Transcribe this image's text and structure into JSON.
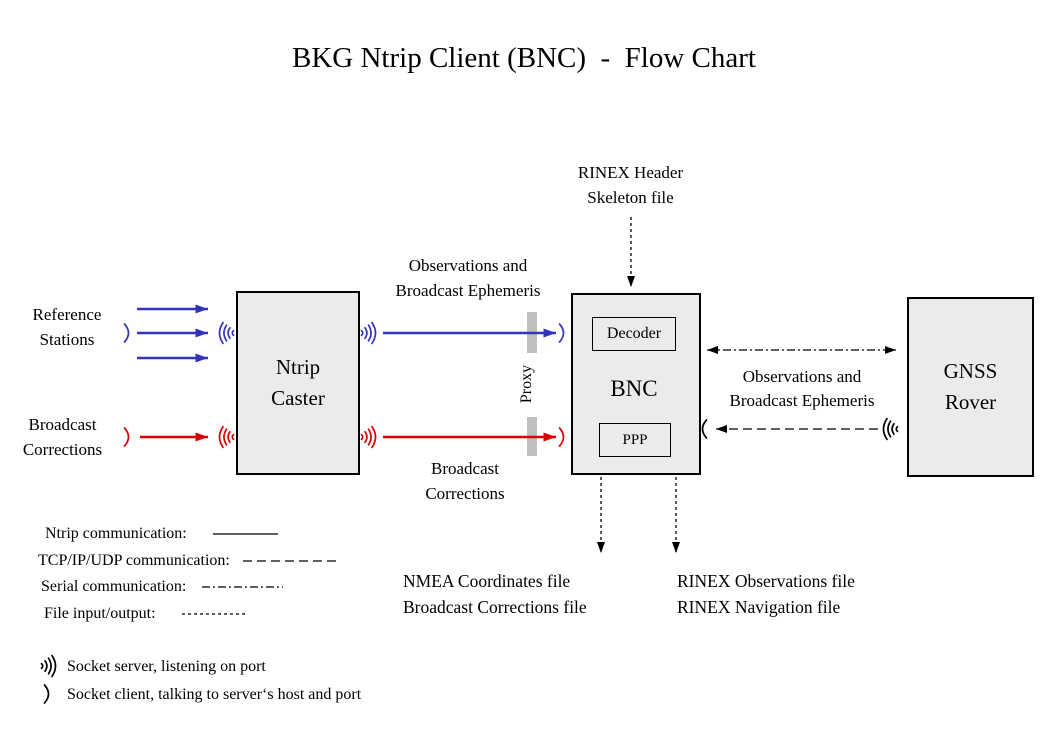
{
  "title": "BKG Ntrip Client (BNC)  -  Flow Chart",
  "colors": {
    "blue": "#3333bb",
    "red": "#dd0000",
    "box": "#ebebeb",
    "proxy": "#c0c0c0"
  },
  "nodes": {
    "ntrip_caster": "Ntrip\nCaster",
    "bnc": "BNC",
    "decoder": "Decoder",
    "ppp": "PPP",
    "gnss_rover": "GNSS\nRover",
    "proxy": "Proxy"
  },
  "labels": {
    "reference_stations": "Reference\nStations",
    "broadcast_corrections_left": "Broadcast\nCorrections",
    "observations_ephemeris_left": "Observations and\nBroadcast Ephemeris",
    "broadcast_corrections_mid": "Broadcast\nCorrections",
    "rinex_header_skeleton": "RINEX Header\nSkeleton file",
    "observations_ephemeris_right": "Observations and\nBroadcast Ephemeris",
    "nmea_output_files": "NMEA Coordinates file\nBroadcast Corrections file",
    "rinex_output_files": "RINEX Observations file\nRINEX Navigation file"
  },
  "legend": {
    "line_types": [
      {
        "label": "Ntrip communication:",
        "style": "solid"
      },
      {
        "label": "TCP/IP/UDP communication:",
        "style": "dashed"
      },
      {
        "label": "Serial communication:",
        "style": "dash-dot"
      },
      {
        "label": "File input/output:",
        "style": "short-dash"
      }
    ],
    "socket_server": "Socket server, listening on port",
    "socket_client": "Socket client, talking to server‘s host and port"
  }
}
